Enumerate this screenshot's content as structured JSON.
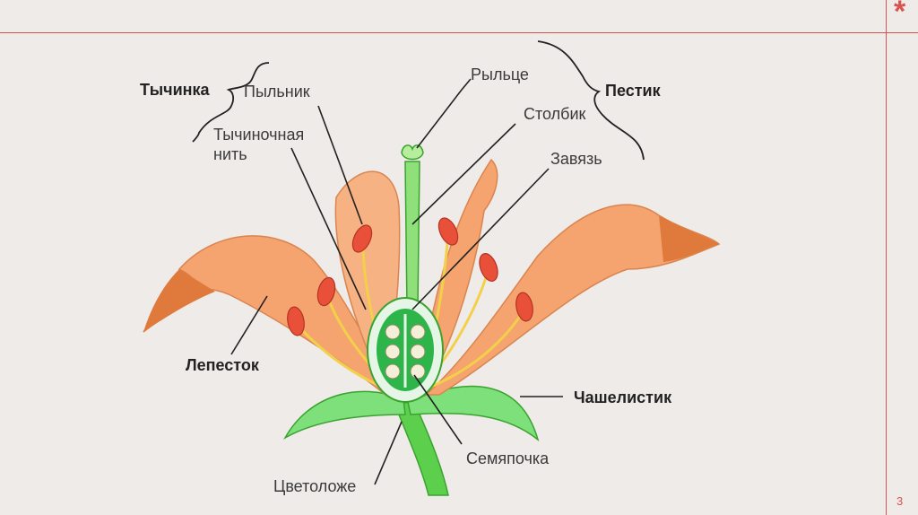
{
  "slide": {
    "page_number": "3",
    "corner_mark": "*"
  },
  "labels": {
    "stamen": "Тычинка",
    "anther": "Пыльник",
    "filament_line1": "Тычиночная",
    "filament_line2": "нить",
    "stigma": "Рыльце",
    "pistil": "Пестик",
    "style": "Столбик",
    "ovary": "Завязь",
    "petal": "Лепесток",
    "sepal": "Чашелистик",
    "ovule": "Семяпочка",
    "receptacle": "Цветоложе"
  },
  "colors": {
    "petal": "#f5a36f",
    "petal_dark": "#e07a3c",
    "sepal": "#7ee07a",
    "stem": "#5ccf4c",
    "anther": "#e8503a",
    "filament": "#f2d04a",
    "ovary": "#2db54a"
  }
}
